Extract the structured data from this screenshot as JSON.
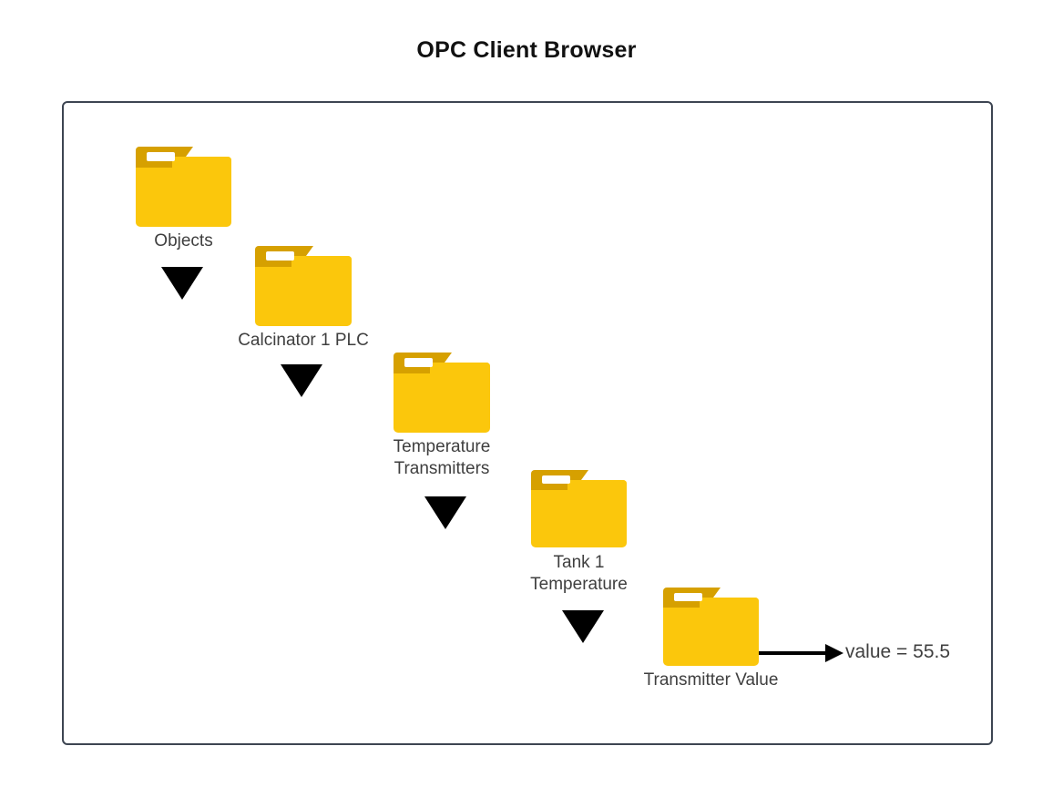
{
  "page": {
    "title": "OPC Client Browser",
    "background_color": "#ffffff",
    "frame_border_color": "#3d4552",
    "text_color": "#3f3f3f"
  },
  "diagram": {
    "type": "hierarchy-drilldown",
    "folder_color": "#fbc70c",
    "folder_tab_color": "#d6a000",
    "connector_color": "#000000",
    "nodes": [
      {
        "id": "objects",
        "label": "Objects",
        "icon": "folder-icon",
        "depth": 0
      },
      {
        "id": "calcinator-1-plc",
        "label": "Calcinator 1 PLC",
        "icon": "folder-icon",
        "depth": 1
      },
      {
        "id": "temperature-transmitters",
        "label_line1": "Temperature",
        "label_line2": "Transmitters",
        "icon": "folder-icon",
        "depth": 2
      },
      {
        "id": "tank-1-temperature",
        "label_line1": "Tank 1",
        "label_line2": "Temperature",
        "icon": "folder-icon",
        "depth": 3
      },
      {
        "id": "transmitter-value",
        "label": "Transmitter Value",
        "icon": "folder-icon",
        "depth": 4
      }
    ],
    "connectors": [
      {
        "from": "objects",
        "to": "calcinator-1-plc",
        "shape": "triangle-down"
      },
      {
        "from": "calcinator-1-plc",
        "to": "temperature-transmitters",
        "shape": "triangle-down"
      },
      {
        "from": "temperature-transmitters",
        "to": "tank-1-temperature",
        "shape": "triangle-down"
      },
      {
        "from": "tank-1-temperature",
        "to": "transmitter-value",
        "shape": "triangle-down"
      }
    ],
    "value_readout": {
      "text": "value = 55.5",
      "variable": "value",
      "number": "55.5",
      "arrow": "arrow-right"
    }
  }
}
